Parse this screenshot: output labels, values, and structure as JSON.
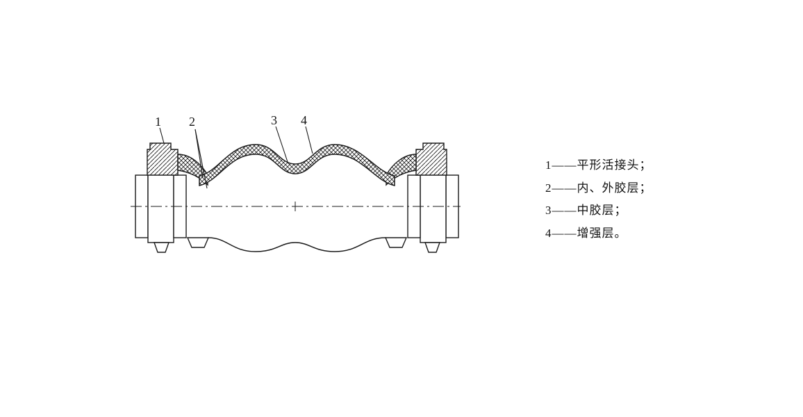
{
  "page": {
    "background_color": "#ffffff",
    "ink_color": "#1a1a1a"
  },
  "figure": {
    "type": "technical-section-drawing",
    "subject": "rubber-expansion-joint-with-union-ends",
    "callouts": {
      "c1": "1",
      "c2": "2",
      "c3": "3",
      "c4": "4"
    }
  },
  "legend": {
    "items": [
      {
        "text": "1——平形活接头；"
      },
      {
        "text": "2——内、外胶层；"
      },
      {
        "text": "3——中胶层；"
      },
      {
        "text": "4——增强层。"
      }
    ]
  }
}
